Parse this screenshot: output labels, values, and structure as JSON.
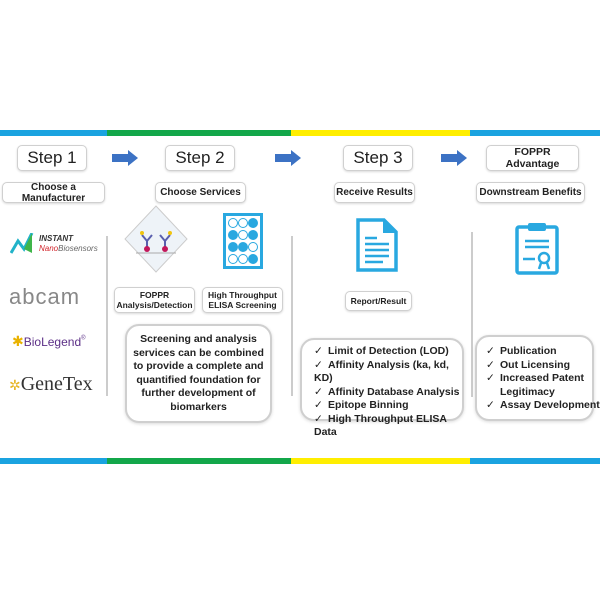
{
  "colors": {
    "blue": "#1aa3e0",
    "green": "#13a74a",
    "yellow": "#ffee00",
    "arrow": "#3c72c4",
    "icon": "#29a8e0"
  },
  "steps": [
    {
      "title": "Step 1",
      "subtitle": "Choose a Manufacturer"
    },
    {
      "title": "Step 2",
      "subtitle": "Choose Services"
    },
    {
      "title": "Step 3",
      "subtitle": "Receive Results"
    },
    {
      "title": "FOPPR Advantage",
      "subtitle": "Downstream Benefits"
    }
  ],
  "manufacturers": {
    "instant_top": "INSTANT",
    "instant_bottom_a": "Nano",
    "instant_bottom_b": "Biosensors",
    "abcam": "abcam",
    "biolegend": "BioLegend",
    "biolegend_mark": "®",
    "genetex": "GeneTex"
  },
  "services": [
    {
      "label_line1": "FOPPR",
      "label_line2": "Analysis/Detection"
    },
    {
      "label_line1": "High Throughput",
      "label_line2": "ELISA Screening"
    }
  ],
  "services_note": "Screening and analysis services can be combined to provide a complete and quantified foundation for further development of biomarkers",
  "results": {
    "label": "Report/Result",
    "items": [
      "Limit of Detection  (LOD)",
      "Affinity Analysis (ka, kd, KD)",
      "Affinity Database Analysis",
      "Epitope Binning",
      "High Throughput ELISA Data"
    ]
  },
  "benefits": {
    "items": [
      "Publication",
      "Out Licensing",
      "Increased Patent Legitimacy",
      "Assay Development"
    ]
  },
  "check": "✓"
}
